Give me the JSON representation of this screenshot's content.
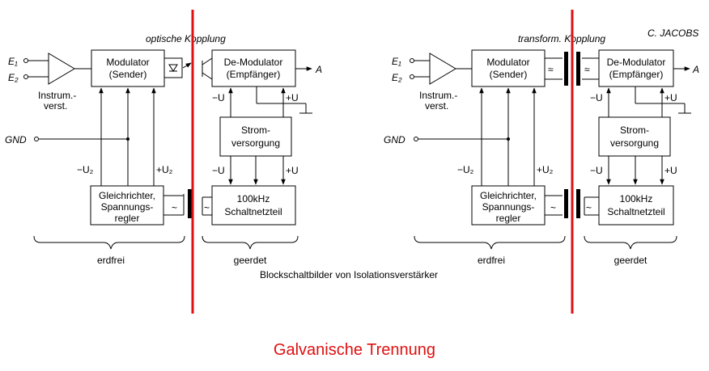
{
  "author": "C. JACOBS",
  "caption": "Blockschaltbilder von Isolationsverstärker",
  "title": "Galvanische Trennung",
  "colors": {
    "separator": "#e01010",
    "title": "#e01010",
    "line": "#000000"
  },
  "left": {
    "coupling_label": "optische Kopplung",
    "input1": "E₁",
    "input2": "E₂",
    "amp_label_1": "Instrum.-",
    "amp_label_2": "verst.",
    "modulator_1": "Modulator",
    "modulator_2": "(Sender)",
    "demod_1": "De-Modulator",
    "demod_2": "(Empfänger)",
    "output": "A",
    "gnd": "GND",
    "minus_u2": "−U₂",
    "plus_u2": "+U₂",
    "rect_1": "Gleichrichter,",
    "rect_2": "Spannungs-",
    "rect_3": "regler",
    "tilde": "~",
    "psu_1": "Strom-",
    "psu_2": "versorgung",
    "minus_u": "−U",
    "plus_u": "+U",
    "smps_1": "100kHz",
    "smps_2": "Schaltnetzteil",
    "brace_left": "erdfrei",
    "brace_right": "geerdet"
  },
  "right": {
    "coupling_label": "transform. Kopplung",
    "input1": "E₁",
    "input2": "E₂",
    "amp_label_1": "Instrum.-",
    "amp_label_2": "verst.",
    "modulator_1": "Modulator",
    "modulator_2": "(Sender)",
    "approx": "≈",
    "demod_1": "De-Modulator",
    "demod_2": "(Empfänger)",
    "output": "A",
    "gnd": "GND",
    "minus_u2": "−U₂",
    "plus_u2": "+U₂",
    "rect_1": "Gleichrichter,",
    "rect_2": "Spannungs-",
    "rect_3": "regler",
    "tilde": "~",
    "psu_1": "Strom-",
    "psu_2": "versorgung",
    "minus_u": "−U",
    "plus_u": "+U",
    "smps_1": "100kHz",
    "smps_2": "Schaltnetzteil",
    "brace_left": "erdfrei",
    "brace_right": "geerdet"
  }
}
